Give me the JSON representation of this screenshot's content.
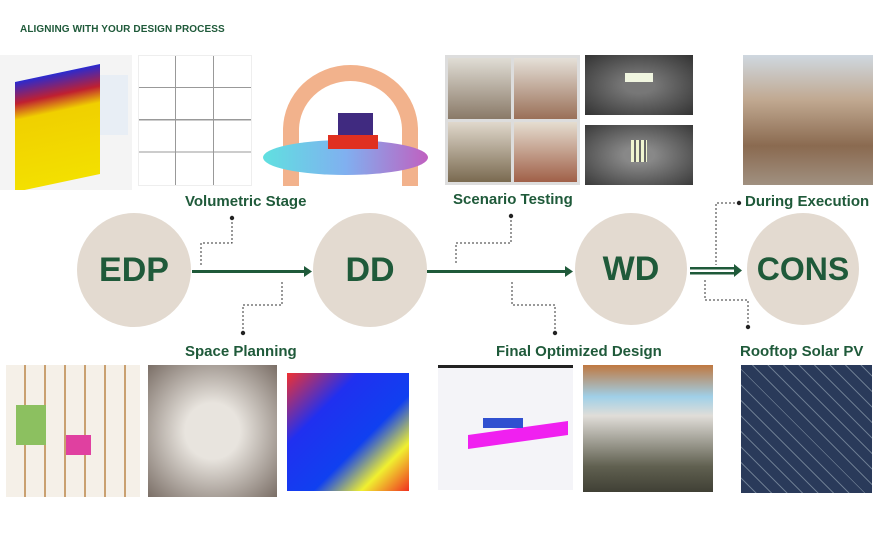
{
  "header": {
    "title": "ALIGNING WITH YOUR DESIGN PROCESS"
  },
  "stages": [
    {
      "label": "EDP"
    },
    {
      "label": "DD"
    },
    {
      "label": "WD"
    },
    {
      "label": "CONS"
    }
  ],
  "callouts": {
    "volumetric": "Volumetric Stage",
    "scenario": "Scenario Testing",
    "execution": "During Execution",
    "space": "Space Planning",
    "final": "Final Optimized Design",
    "solar": "Rooftop Solar PV"
  },
  "colors": {
    "accent": "#1f5a3a",
    "circle": "#e3dad0"
  }
}
